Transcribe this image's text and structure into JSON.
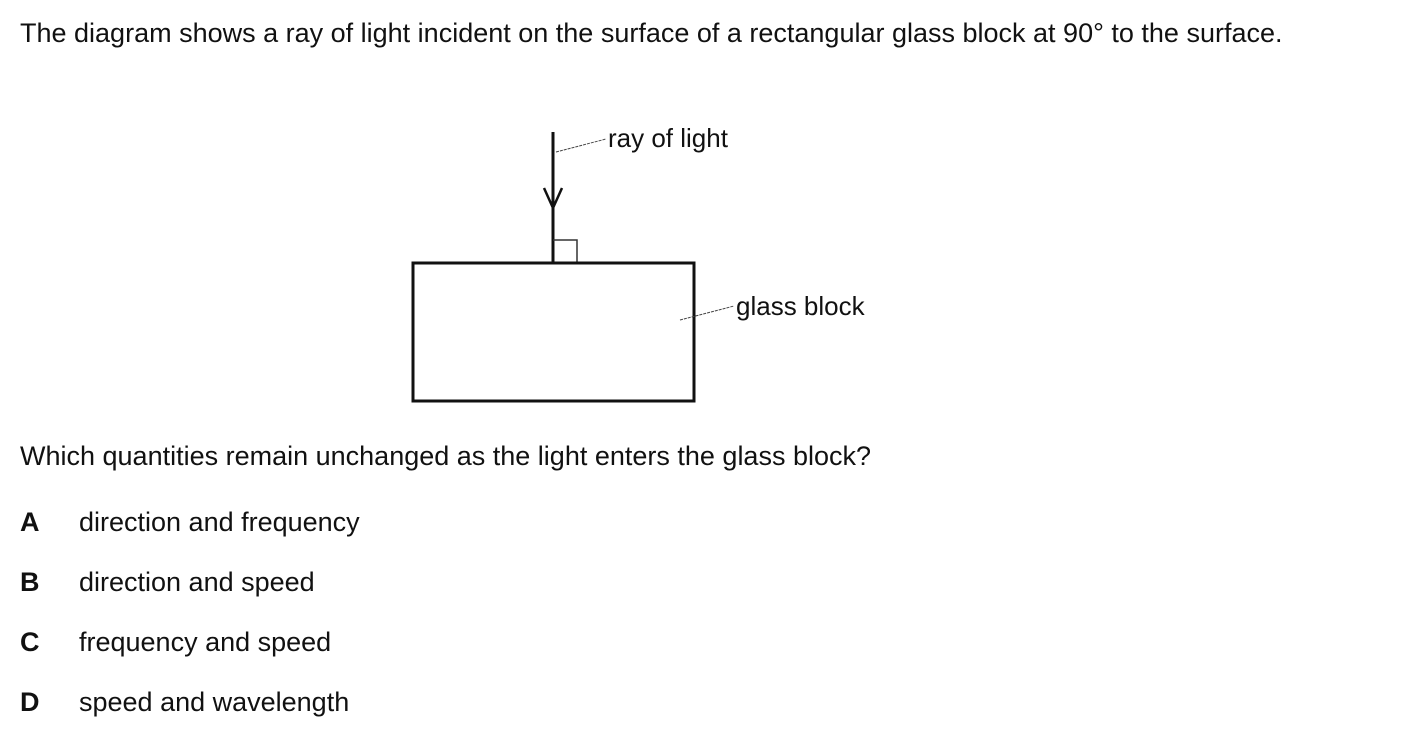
{
  "intro_text": "The diagram shows a ray of light incident on the surface of a rectangular glass block at 90° to the surface.",
  "diagram": {
    "ray_label": "ray of light",
    "block_label": "glass block"
  },
  "question_text": "Which quantities remain unchanged as the light enters the glass block?",
  "options": [
    {
      "letter": "A",
      "text": "direction and frequency"
    },
    {
      "letter": "B",
      "text": "direction and speed"
    },
    {
      "letter": "C",
      "text": "frequency and speed"
    },
    {
      "letter": "D",
      "text": "speed and wavelength"
    }
  ]
}
